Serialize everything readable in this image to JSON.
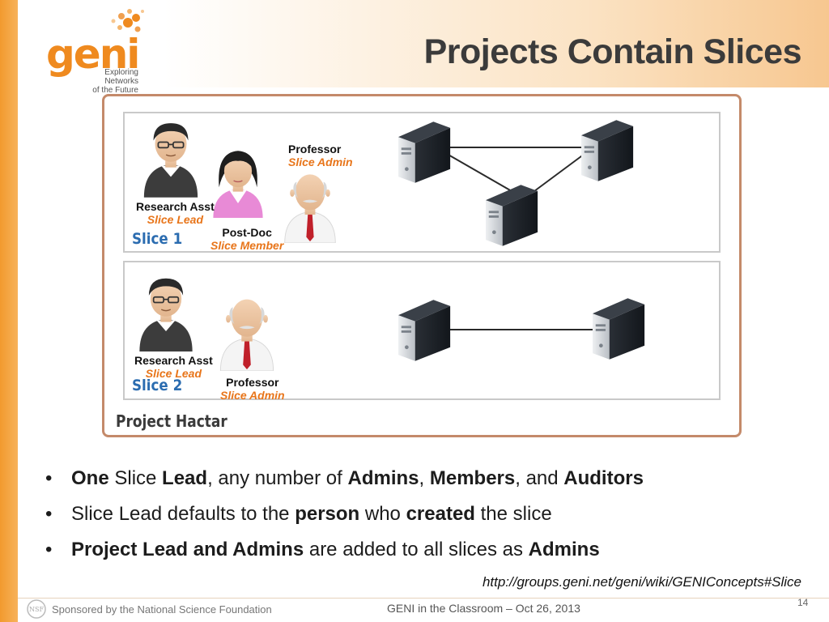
{
  "logo": {
    "word": "geni",
    "tagline_1": "Exploring Networks",
    "tagline_2": "of the Future"
  },
  "title": "Projects Contain Slices",
  "diagram": {
    "project_label": "Project Hactar",
    "slice1": {
      "name": "Slice 1",
      "people": [
        {
          "role": "Research Asst",
          "sub": "Slice Lead",
          "icon": "male-young-icon"
        },
        {
          "role": "Post-Doc",
          "sub": "Slice Member",
          "icon": "female-icon"
        },
        {
          "role": "Professor",
          "sub": "Slice Admin",
          "icon": "male-old-icon"
        }
      ],
      "servers": 3
    },
    "slice2": {
      "name": "Slice 2",
      "people": [
        {
          "role": "Research Asst",
          "sub": "Slice Lead",
          "icon": "male-young-icon"
        },
        {
          "role": "Professor",
          "sub": "Slice Admin",
          "icon": "male-old-icon"
        }
      ],
      "servers": 2
    }
  },
  "bullets": [
    [
      {
        "t": "One",
        "b": true
      },
      {
        "t": " Slice ",
        "b": false
      },
      {
        "t": "Lead",
        "b": true
      },
      {
        "t": ", any number of ",
        "b": false
      },
      {
        "t": "Admins",
        "b": true
      },
      {
        "t": ", ",
        "b": false
      },
      {
        "t": "Members",
        "b": true
      },
      {
        "t": ", and ",
        "b": false
      },
      {
        "t": "Auditors",
        "b": true
      }
    ],
    [
      {
        "t": "Slice Lead defaults to the ",
        "b": false
      },
      {
        "t": "person",
        "b": true
      },
      {
        "t": " who ",
        "b": false
      },
      {
        "t": "created",
        "b": true
      },
      {
        "t": " the slice",
        "b": false
      }
    ],
    [
      {
        "t": "Project Lead and Admins",
        "b": true
      },
      {
        "t": " are added to all slices as ",
        "b": false
      },
      {
        "t": "Admins",
        "b": true
      }
    ]
  ],
  "reference_link": "http://groups.geni.net/geni/wiki/GENIConcepts#Slice",
  "footer": {
    "sponsor": "Sponsored by the National Science Foundation",
    "center": "GENI in the Classroom – Oct 26, 2013",
    "page": "14"
  },
  "colors": {
    "accent_orange": "#ef8a1f",
    "slice_blue": "#2b6cb0",
    "role_orange": "#e8751a"
  }
}
